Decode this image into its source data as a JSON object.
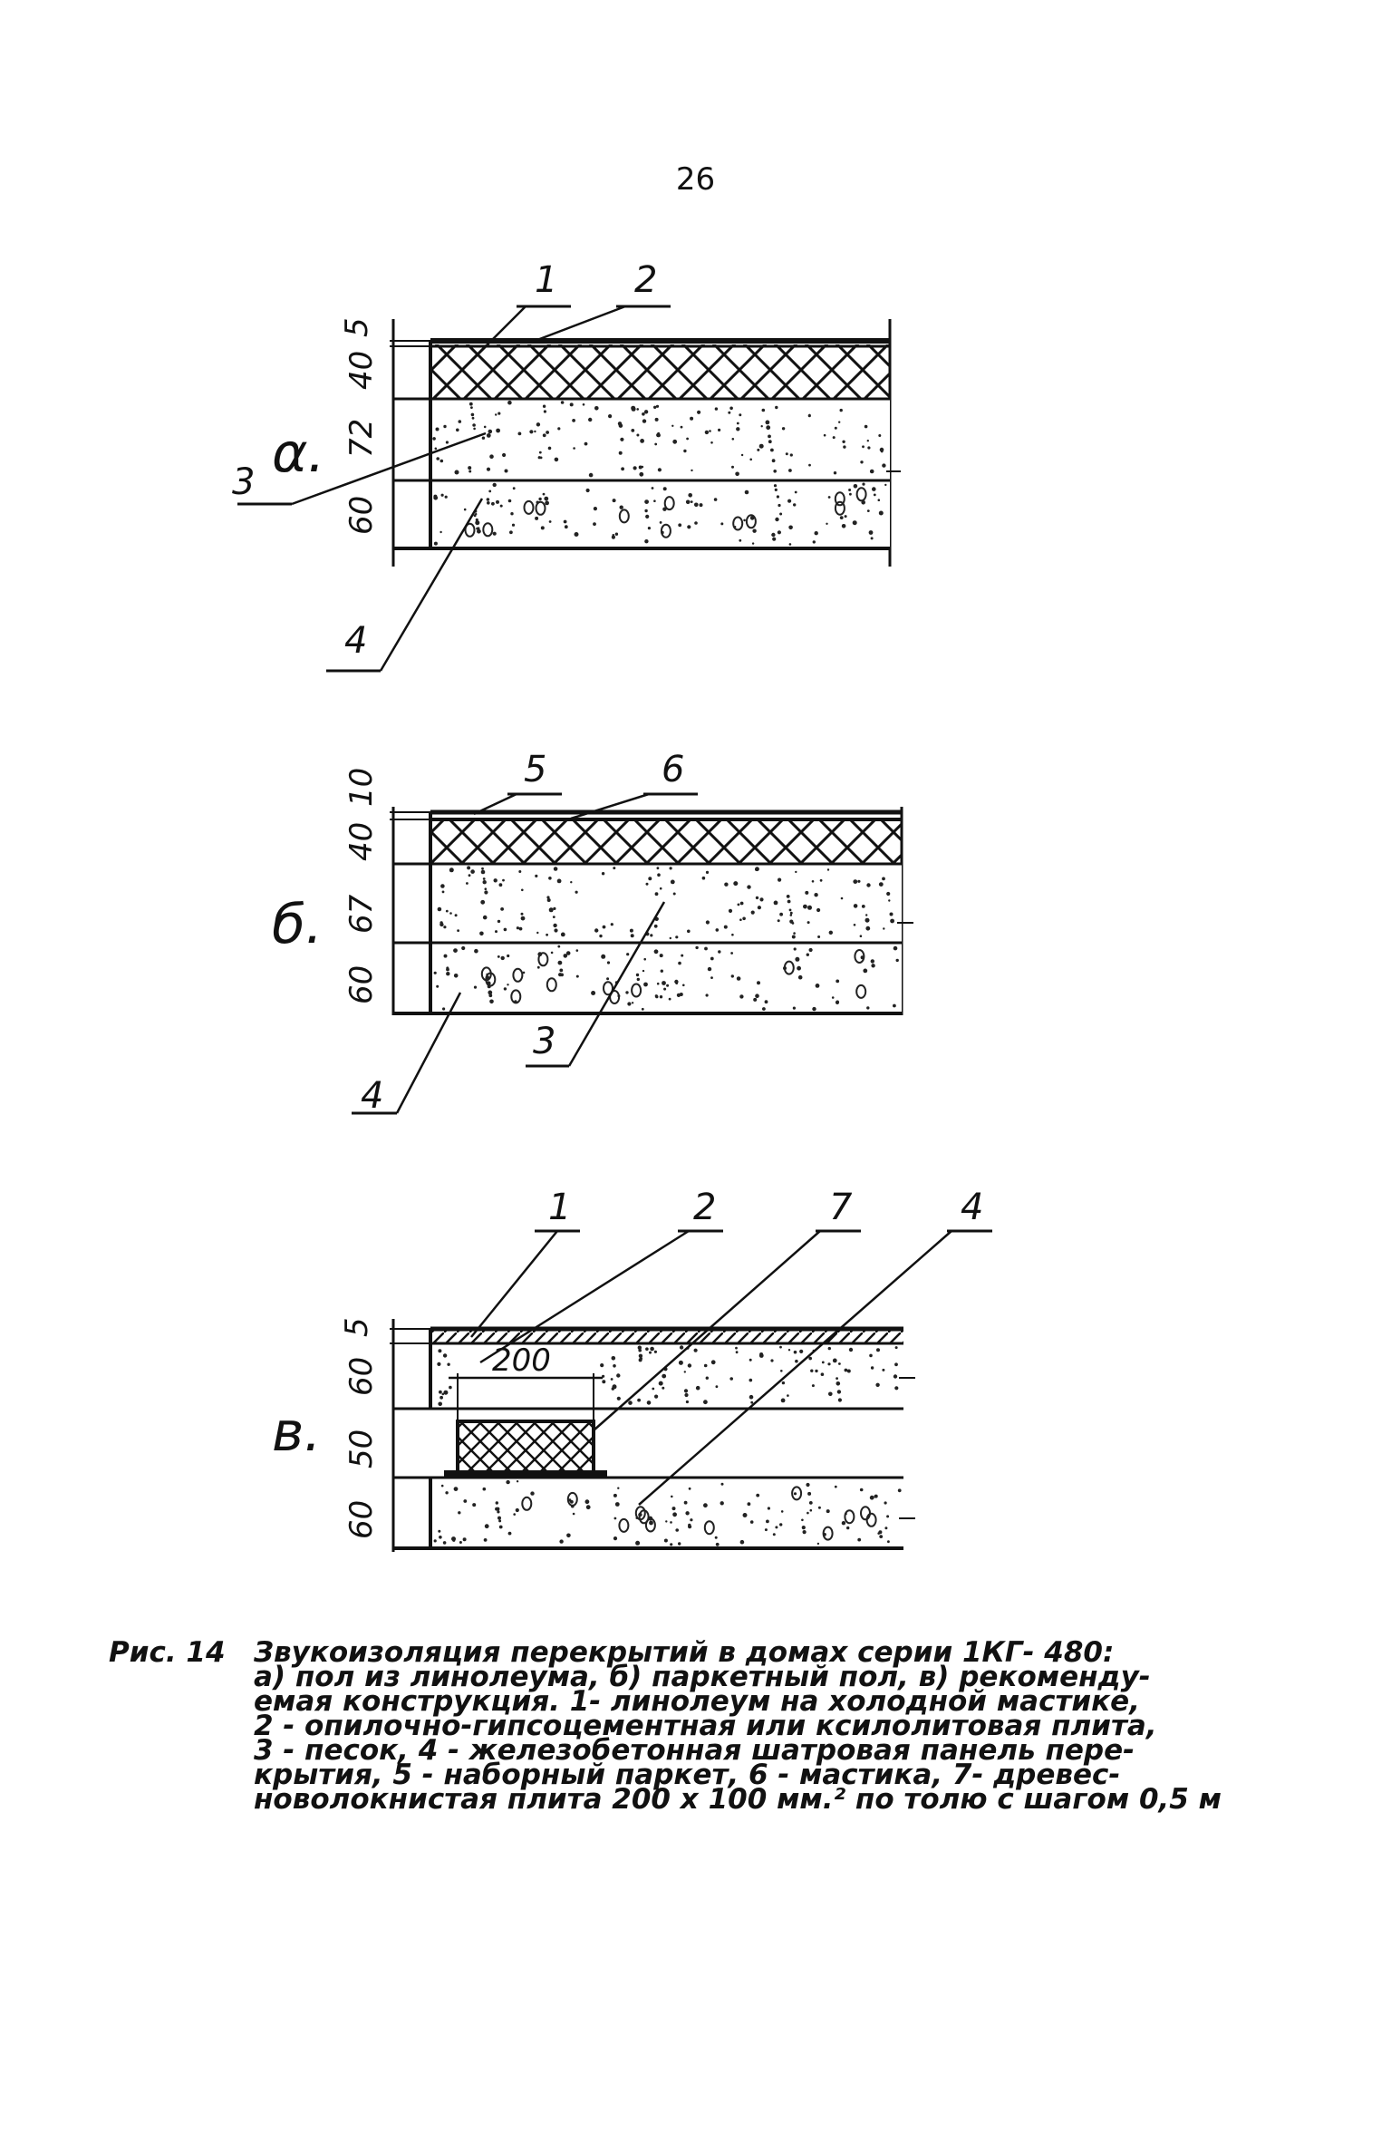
{
  "page_number": "26",
  "figure_a": {
    "label": "α.",
    "dims": [
      "5",
      "40",
      "72",
      "60"
    ],
    "callouts": [
      "1",
      "2",
      "3",
      "4"
    ]
  },
  "figure_b": {
    "label": "б.",
    "dims": [
      "10",
      "40",
      "67",
      "60"
    ],
    "callouts": [
      "5",
      "6",
      "3",
      "4"
    ]
  },
  "figure_c": {
    "label": "в.",
    "dims": [
      "5",
      "60",
      "50",
      "60"
    ],
    "callouts": [
      "1",
      "2",
      "7",
      "4"
    ],
    "width_label": "200"
  },
  "caption": {
    "figure_label": "Рис. 14",
    "lines": [
      "Звукоизоляция перекрытий в домах серии 1КГ- 480:",
      "а) пол из линолеума, б) паркетный пол, в) рекоменду-",
      "емая конструкция. 1- линолеум на холодной мастике,",
      "2 - опилочно-гипсоцементная или ксилолитовая плита,",
      "3 - песок, 4 - железобетонная шатровая панель пере-",
      "крытия, 5 - наборный паркет, 6 - мастика, 7- древес-",
      "новолокнистая плита 200 х 100 мм.² по толю с шагом 0,5 м"
    ]
  }
}
